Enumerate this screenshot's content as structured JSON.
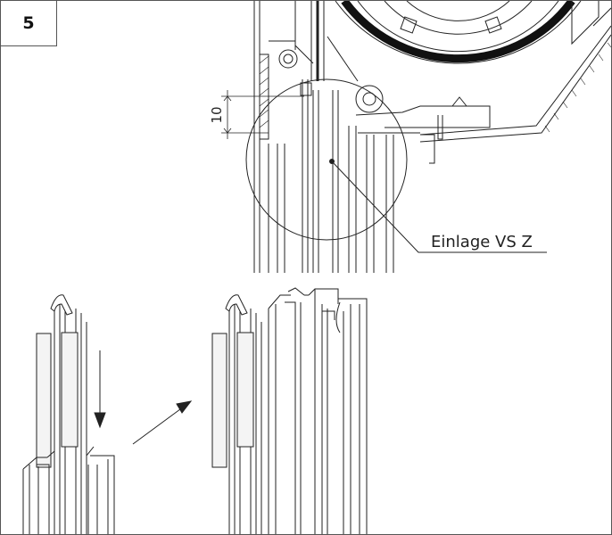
{
  "step": {
    "number": "5"
  },
  "detail": {
    "dimension_value": "10",
    "part_label": "Einlage VS Z"
  },
  "colors": {
    "line": "#222222",
    "frame": "#555555",
    "insert_fill": "#f4f4f4"
  }
}
